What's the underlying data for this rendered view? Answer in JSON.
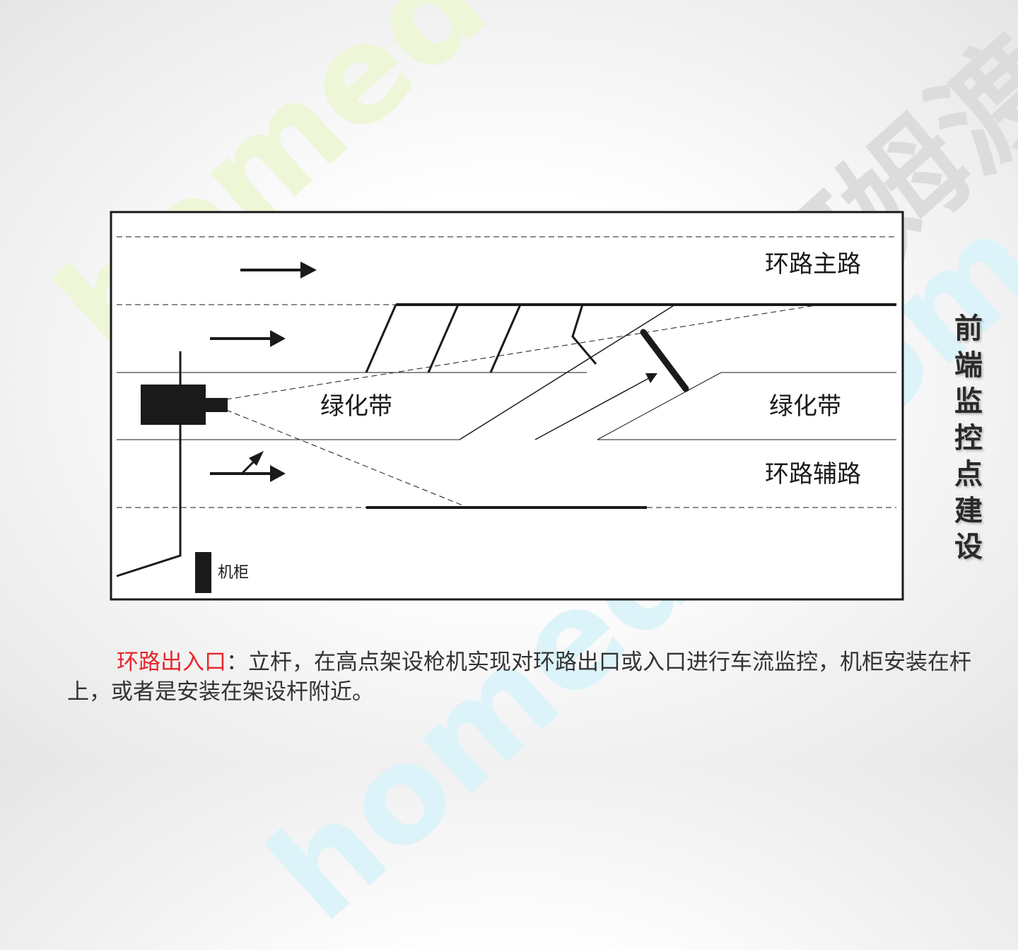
{
  "diagram": {
    "labels": {
      "main_road": "环路主路",
      "green_belt_left": "绿化带",
      "green_belt_right": "绿化带",
      "side_road": "环路辅路",
      "cabinet": "机柜"
    }
  },
  "side_title": [
    "前",
    "端",
    "监",
    "控",
    "点",
    "建",
    "设"
  ],
  "caption": {
    "highlight": "环路出入口",
    "text": "：立杆，在高点架设枪机实现对环路出口或入口进行车流监控，机柜安装在杆上，或者是安装在架设杆附近。"
  },
  "watermarks": [
    "homedo.com",
    "河姆渡",
    "homedo.com"
  ],
  "colors": {
    "highlight": "#e8262a",
    "line": "#1a1a1a",
    "watermark_green": "#eef6d8",
    "watermark_cyan": "#ddf3fa",
    "watermark_gray": "#dcdcdc"
  }
}
